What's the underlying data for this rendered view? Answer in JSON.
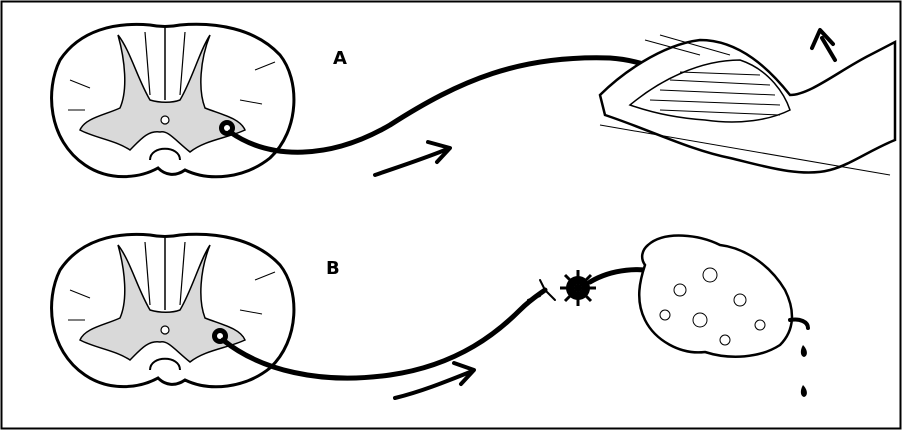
{
  "panels": [
    {
      "label": "A",
      "target": "skeletal muscle"
    },
    {
      "label": "B",
      "target": "gland"
    }
  ],
  "colors": {
    "ink": "#000000",
    "paper": "#ffffff"
  }
}
